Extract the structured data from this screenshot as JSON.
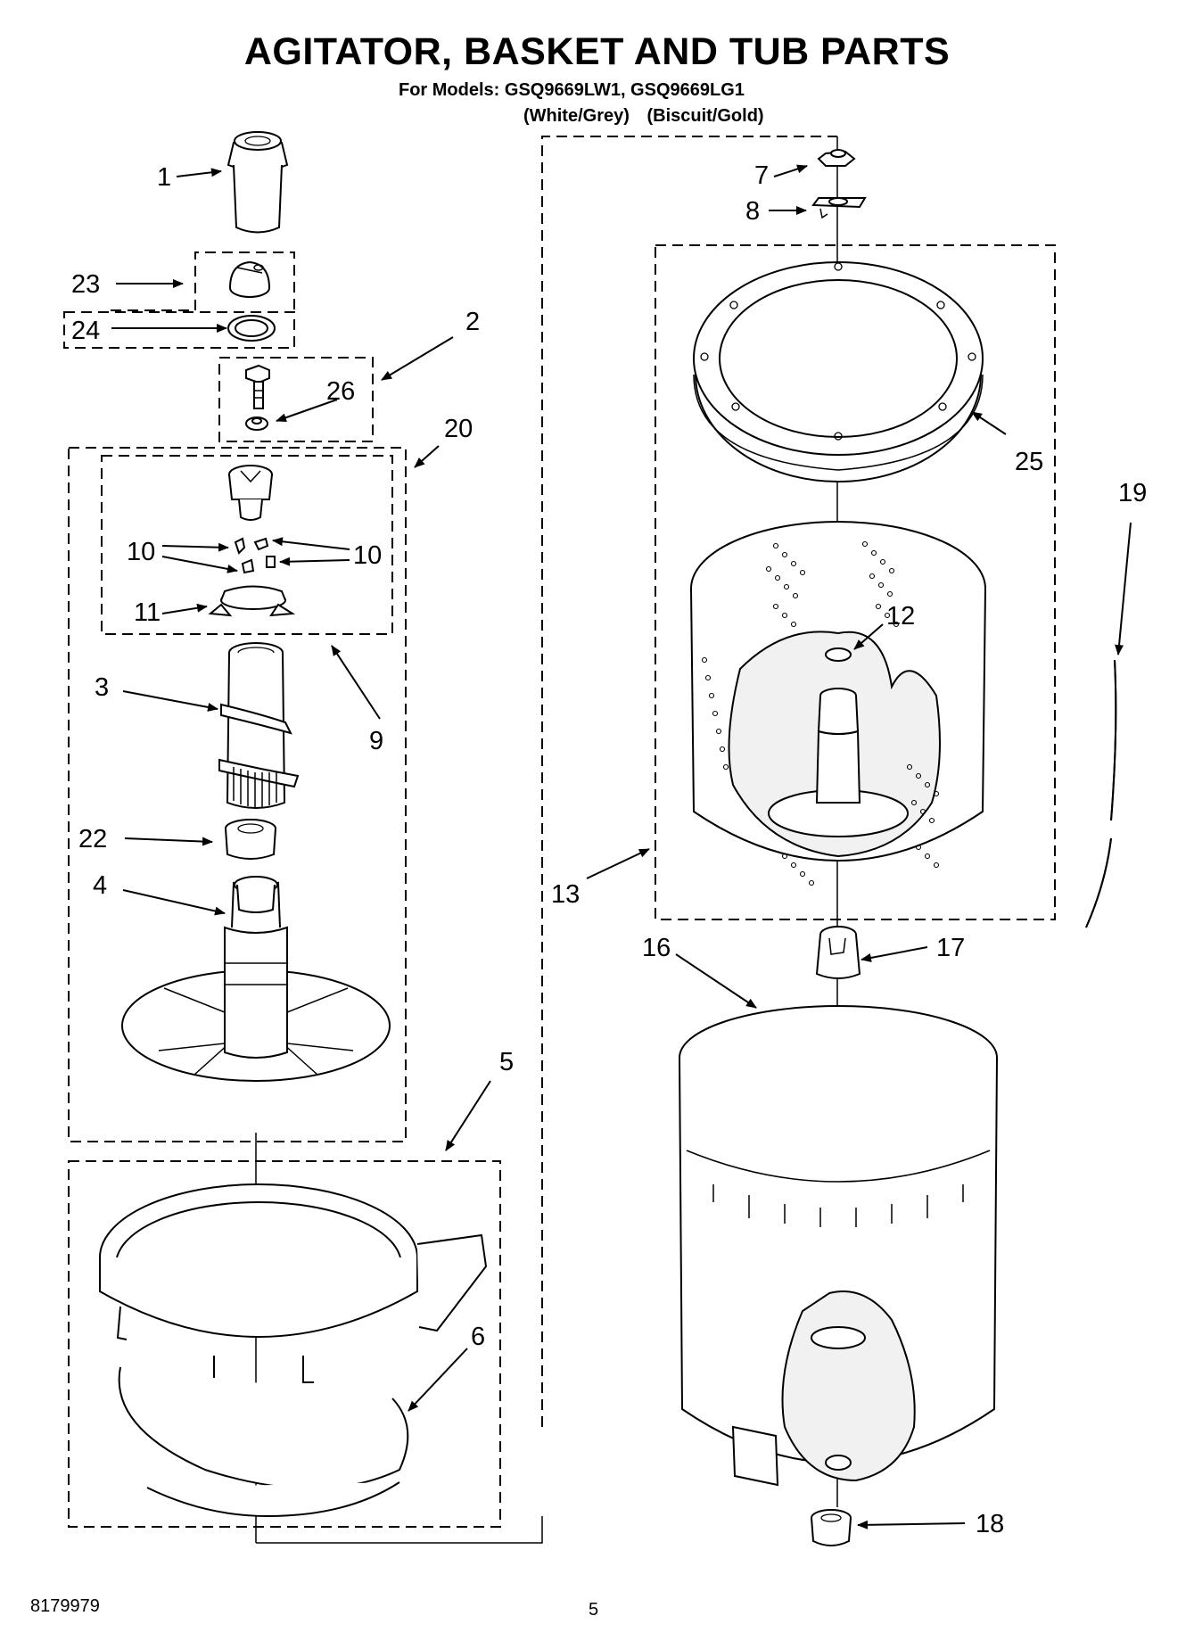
{
  "header": {
    "title": "AGITATOR, BASKET AND TUB PARTS",
    "models_line": "For Models: GSQ9669LW1, GSQ9669LG1",
    "color_variants": [
      "(White/Grey)",
      "(Biscuit/Gold)"
    ]
  },
  "callouts": {
    "c1": "1",
    "c2": "2",
    "c3": "3",
    "c4": "4",
    "c5": "5",
    "c6": "6",
    "c7": "7",
    "c8": "8",
    "c9": "9",
    "c10a": "10",
    "c10b": "10",
    "c11": "11",
    "c12": "12",
    "c13": "13",
    "c16": "16",
    "c17": "17",
    "c18": "18",
    "c19": "19",
    "c20": "20",
    "c22": "22",
    "c23": "23",
    "c24": "24",
    "c25": "25",
    "c26": "26"
  },
  "footer": {
    "doc_number": "8179979",
    "page_number": "5"
  }
}
